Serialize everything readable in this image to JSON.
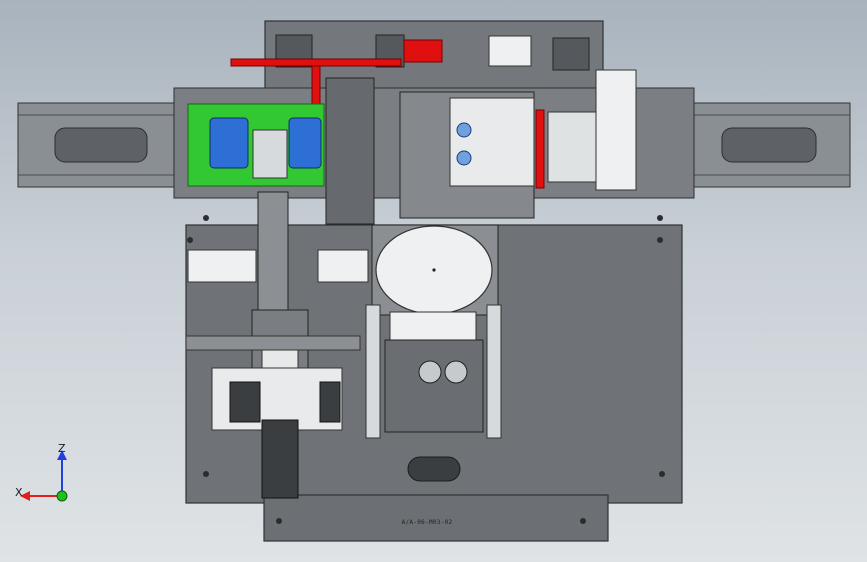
{
  "viewport": {
    "background_top": "#a9b3bd",
    "background_bottom": "#dfe3e6"
  },
  "colors": {
    "plate": "#707478",
    "plate_dark": "#4f5357",
    "plate_light": "#9da2a6",
    "rail": "#84898d",
    "pcb_green": "#32c832",
    "motor_blue": "#2e6fd6",
    "red_bracket": "#e01010",
    "white_part": "#eef0f1",
    "axis_x": "#e02020",
    "axis_z": "#2040e0",
    "axis_y": "#20c020"
  },
  "triad": {
    "x_label": "X",
    "z_label": "Z",
    "x_icon": "arrow-left-icon",
    "z_icon": "arrow-up-icon",
    "origin_icon": "green-dot-icon"
  },
  "part_number_text": "A/A-06-M03-02"
}
